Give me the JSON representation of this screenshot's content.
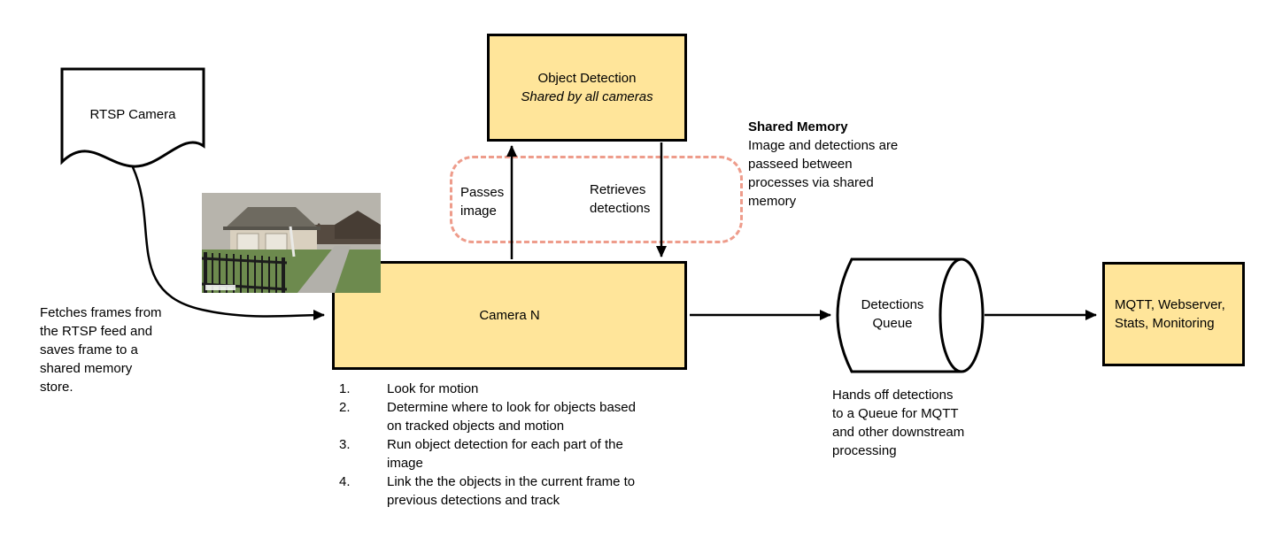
{
  "colors": {
    "box_fill": "#ffe59a",
    "dashed_border": "#ee9c8b",
    "stroke": "#000000"
  },
  "rtsp": {
    "label": "RTSP Camera",
    "note": "Fetches frames from the RTSP feed and saves frame to a shared memory store."
  },
  "object_detection": {
    "title": "Object Detection",
    "subtitle": "Shared by all cameras"
  },
  "shared_memory_labels": {
    "passes": "Passes image",
    "retrieves": "Retrieves detections"
  },
  "shared_memory_note": {
    "title": "Shared Memory",
    "body": "Image and detections are passeed between processes via shared memory"
  },
  "camera": {
    "label": "Camera N",
    "step_numbers": [
      "1.",
      "2.",
      "3.",
      "4."
    ],
    "steps": [
      "Look for motion",
      "Determine where to look for objects based on tracked objects and motion",
      "Run object detection for each part of the image",
      "Link the the objects in the current frame to previous detections and track"
    ]
  },
  "queue": {
    "label": "Detections Queue",
    "note": "Hands off detections to a Queue for MQTT and other downstream processing"
  },
  "outputs": {
    "label": "MQTT, Webserver, Stats, Monitoring"
  }
}
